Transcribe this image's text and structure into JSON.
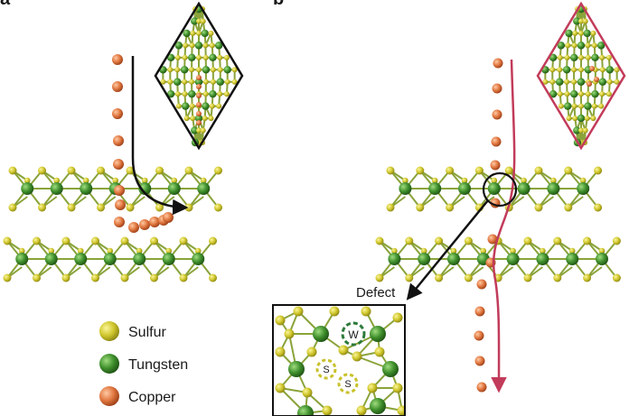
{
  "panels": {
    "a": "a",
    "b": "b"
  },
  "legend": [
    {
      "key": "sulfur",
      "label": "Sulfur",
      "color": "#c9c12b"
    },
    {
      "key": "tungsten",
      "label": "Tungsten",
      "color": "#3f8f2c"
    },
    {
      "key": "copper",
      "label": "Copper",
      "color": "#e0763f"
    }
  ],
  "callout": "Defect",
  "inset_labels": {
    "sulfur_1": "S",
    "tungsten": "W",
    "sulfur_2": "S"
  },
  "colors": {
    "sulfur": "#c9c12b",
    "tungsten": "#3f8f2c",
    "copper": "#e0763f",
    "bond": "#8aa33a",
    "path_b": "#c23b5a",
    "arrow": "#111111"
  }
}
